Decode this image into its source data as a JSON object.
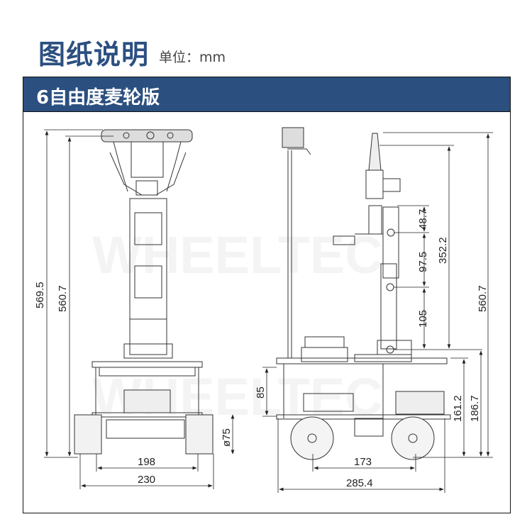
{
  "header": {
    "title": "图纸说明",
    "unit": "单位：mm"
  },
  "section": {
    "title": "6自由度麦轮版"
  },
  "watermark": "WHEELTEC",
  "front_view": {
    "dims": {
      "total_height": "569.5",
      "height": "560.7",
      "wheel_track": "198",
      "width": "230",
      "wheel_diameter": "ø75"
    }
  },
  "side_view": {
    "dims": {
      "d1": "48.7",
      "d2": "97.5",
      "d3": "105",
      "arm_height": "352.2",
      "height": "560.7",
      "lower_deck": "85",
      "deck_height": "161.2",
      "arm_base_height": "186.7",
      "wheelbase": "173",
      "length": "285.4"
    }
  },
  "colors": {
    "brand": "#2b4f7f"
  }
}
